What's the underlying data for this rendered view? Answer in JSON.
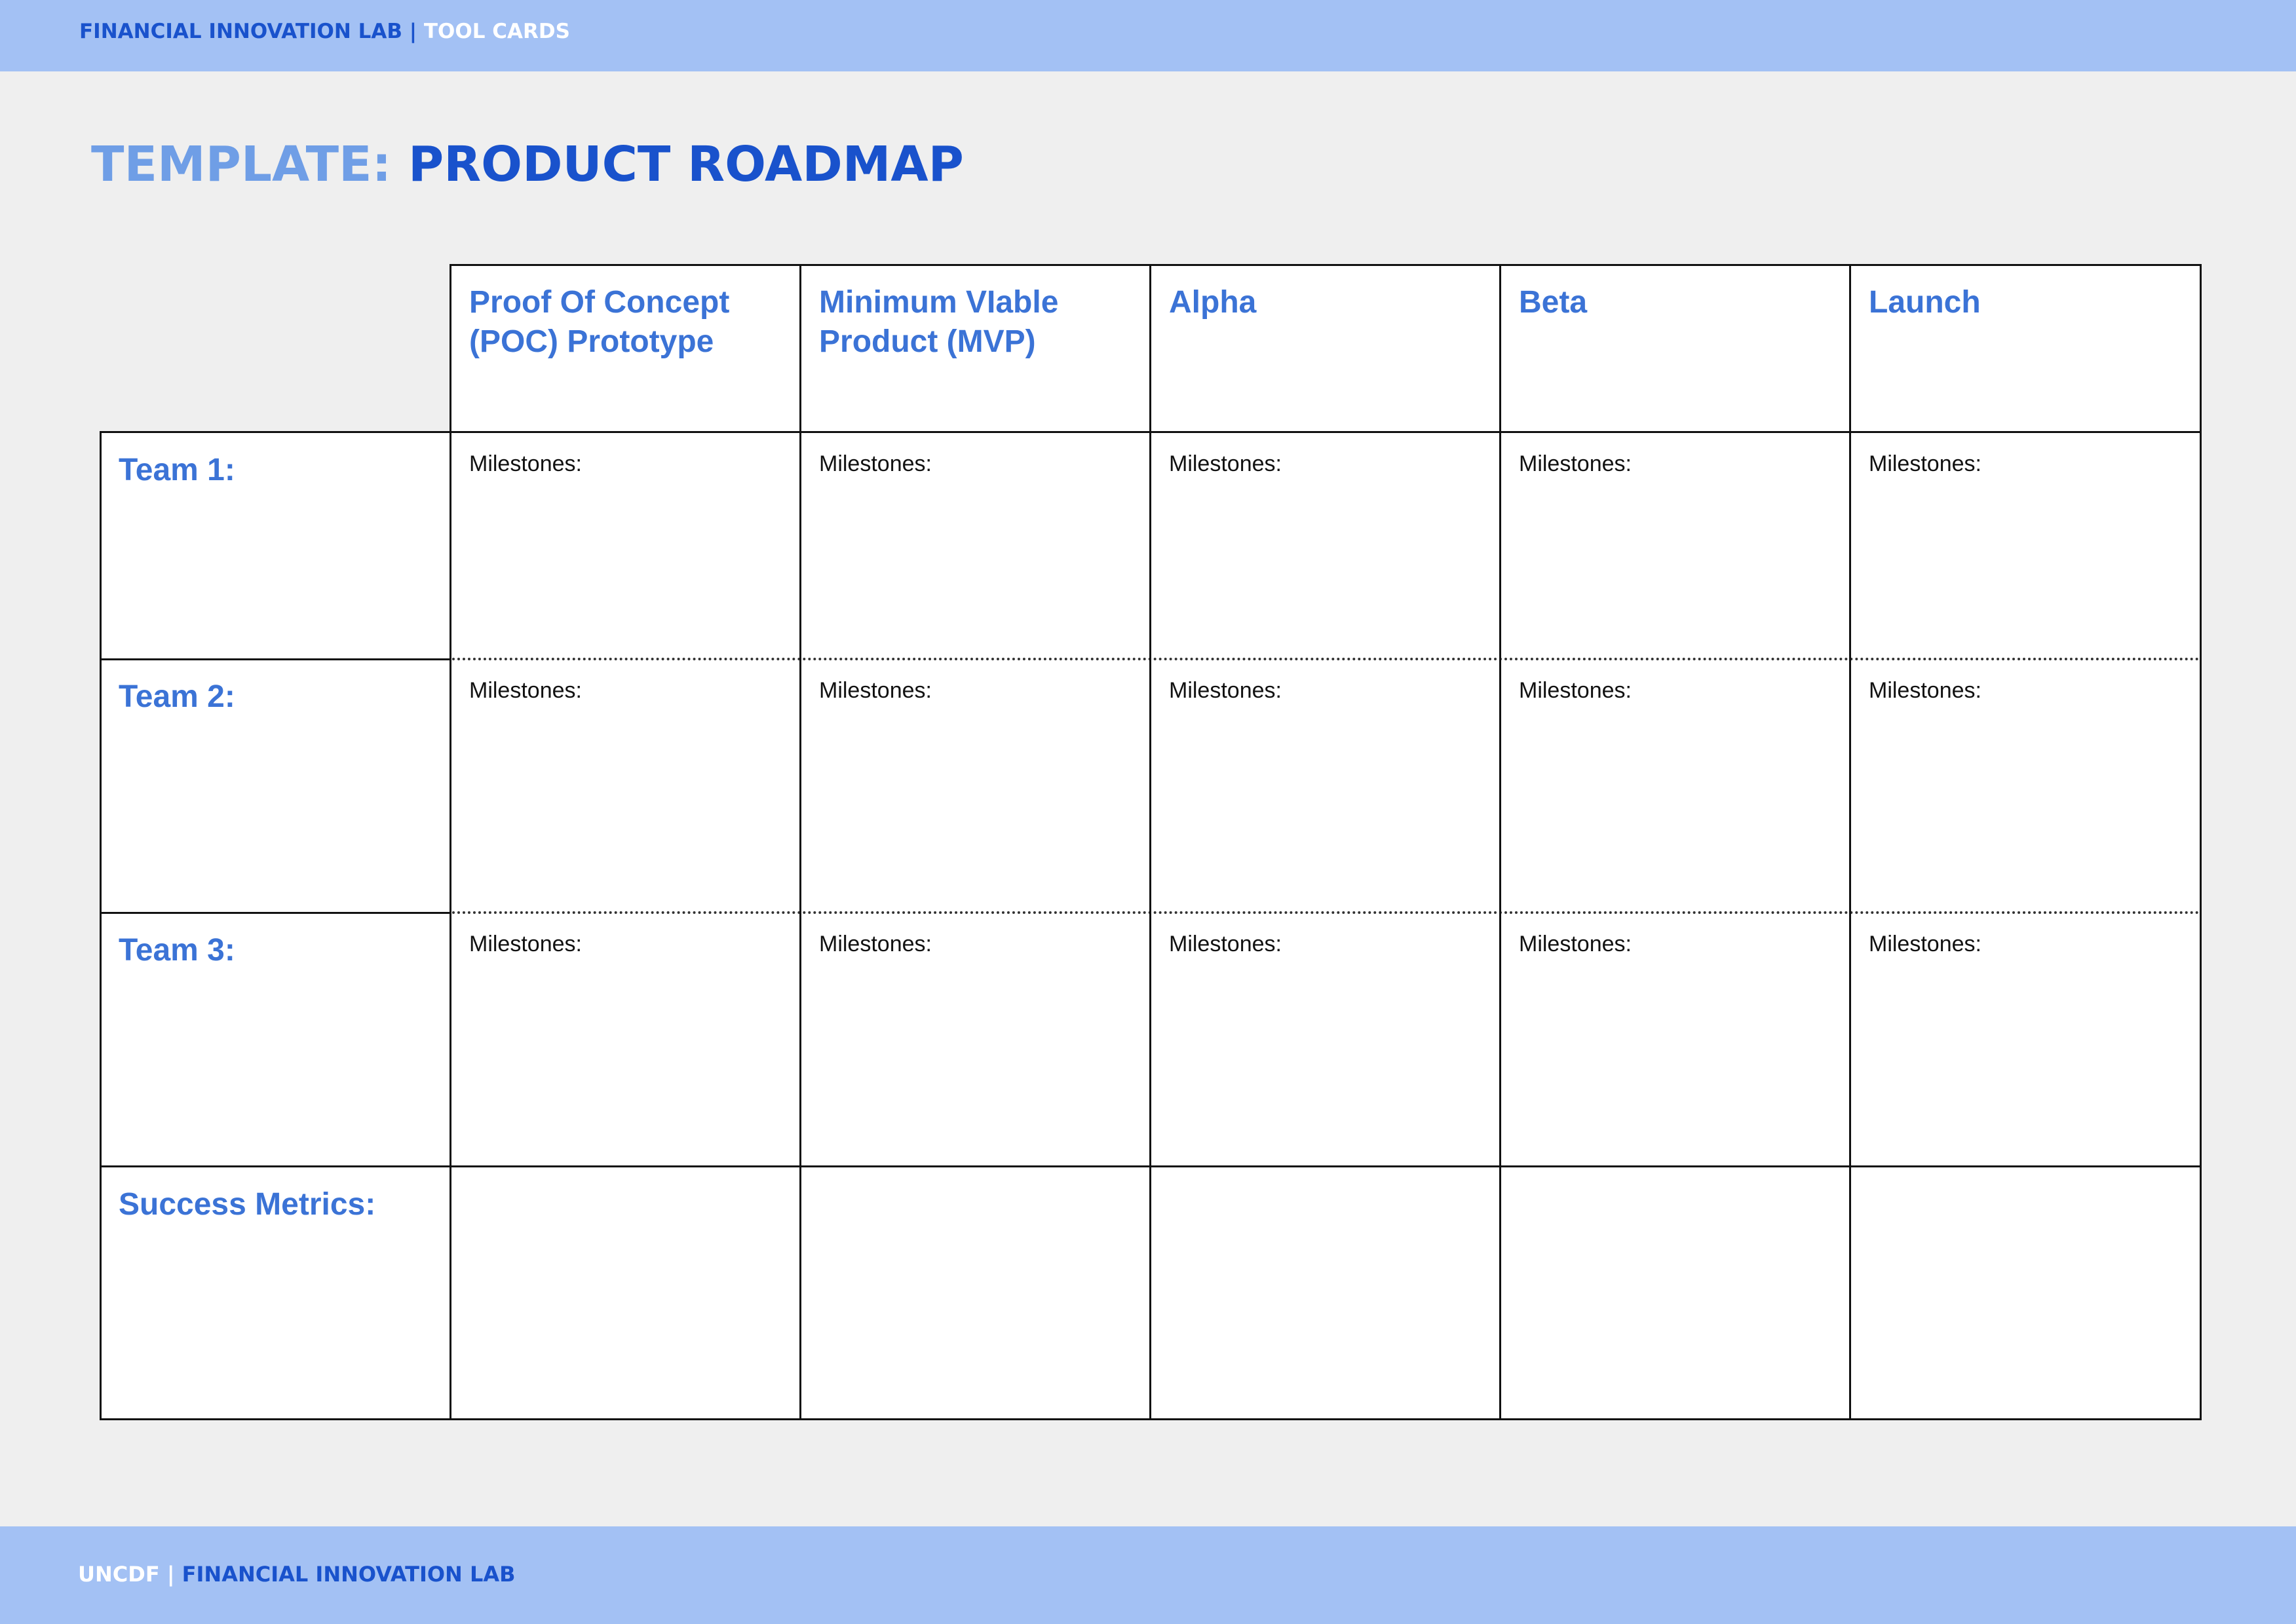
{
  "header": {
    "brand": "FINANCIAL INNOVATION LAB",
    "separator": "|",
    "section": "TOOL CARDS"
  },
  "title": {
    "prefix": "TEMPLATE:",
    "main": "PRODUCT ROADMAP"
  },
  "phases": [
    {
      "line1": "Proof Of Concept",
      "line2": "(POC) Prototype"
    },
    {
      "line1": "Minimum VIable",
      "line2": "Product (MVP)"
    },
    {
      "line1": "Alpha",
      "line2": ""
    },
    {
      "line1": "Beta",
      "line2": ""
    },
    {
      "line1": "Launch",
      "line2": ""
    }
  ],
  "rows": [
    {
      "label": "Team 1:",
      "cell_text": "Milestones:"
    },
    {
      "label": "Team 2:",
      "cell_text": "Milestones:"
    },
    {
      "label": "Team 3:",
      "cell_text": "Milestones:"
    },
    {
      "label": "Success Metrics:",
      "cell_text": ""
    }
  ],
  "footer": {
    "org": "UNCDF",
    "separator": "|",
    "lab": "FINANCIAL INNOVATION LAB"
  },
  "colors": {
    "bar": "#a3c1f4",
    "brand_blue": "#1952cc",
    "label_blue": "#3b73d6",
    "title_prefix": "#6f9ee6",
    "page_bg": "#efefef"
  }
}
